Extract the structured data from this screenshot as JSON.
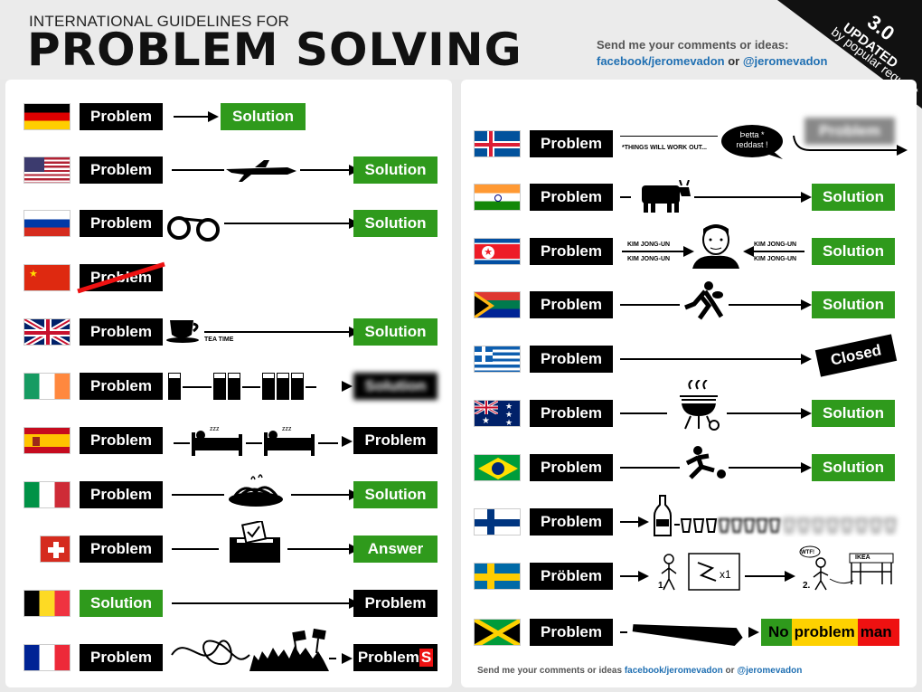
{
  "header": {
    "subtitle": "INTERNATIONAL GUIDELINES FOR",
    "title": "PROBLEM SOLVING",
    "contact_line1": "Send me your comments or ideas:",
    "contact_facebook": "facebook/jeromevadon",
    "contact_or": " or ",
    "contact_twitter": "@jeromevadon",
    "version": "3.0",
    "updated": "UPDATED",
    "popular": "by popular request"
  },
  "left": [
    {
      "country": "germany",
      "start": "Problem",
      "end": "Solution"
    },
    {
      "country": "usa",
      "start": "Problem",
      "end": "Solution"
    },
    {
      "country": "russia",
      "start": "Problem",
      "end": "Solution"
    },
    {
      "country": "china",
      "start": "Problem"
    },
    {
      "country": "uk",
      "start": "Problem",
      "note": "TEA TIME",
      "end": "Solution"
    },
    {
      "country": "ireland",
      "start": "Problem",
      "end": "Solution"
    },
    {
      "country": "spain",
      "start": "Problem",
      "end": "Problem"
    },
    {
      "country": "italy",
      "start": "Problem",
      "end": "Solution"
    },
    {
      "country": "switzerland",
      "start": "Problem",
      "end": "Answer"
    },
    {
      "country": "belgium",
      "start": "Solution",
      "end": "Problem"
    },
    {
      "country": "france",
      "start": "Problem",
      "end": "Problem",
      "end_suffix": "S"
    }
  ],
  "right": [
    {
      "country": "iceland",
      "start": "Problem",
      "note": "*THINGS WILL WORK OUT...",
      "bubble1": "Þetta *",
      "bubble2": "reddast !",
      "end": "Problem"
    },
    {
      "country": "india",
      "start": "Problem",
      "end": "Solution"
    },
    {
      "country": "north-korea",
      "start": "Problem",
      "kim_left_1": "KIM JONG-UN",
      "kim_left_2": "KIM JONG-UN",
      "kim_right_1": "KIM JONG-UN",
      "kim_right_2": "KIM JONG-UN",
      "end": "Solution"
    },
    {
      "country": "south-africa",
      "start": "Problem",
      "end": "Solution"
    },
    {
      "country": "greece",
      "start": "Problem",
      "end": "Closed"
    },
    {
      "country": "australia",
      "start": "Problem",
      "end": "Solution"
    },
    {
      "country": "brazil",
      "start": "Problem",
      "end": "Solution"
    },
    {
      "country": "finland",
      "start": "Problem"
    },
    {
      "country": "sweden",
      "start": "Pröblem",
      "step1": "1.",
      "times": "x1",
      "wtf": "WTF!",
      "ikea": "IKEA",
      "step2": "2."
    },
    {
      "country": "jamaica",
      "start": "Problem",
      "end1": "No",
      "end2": "problem",
      "end3": "man"
    }
  ],
  "footer": {
    "text": "Send me your comments or ideas ",
    "facebook": "facebook/jeromevadon",
    "or": " or ",
    "twitter": "@jeromevadon"
  },
  "colors": {
    "green": "#2f9a1c",
    "black": "#000000",
    "blue": "#1f6fb2"
  }
}
